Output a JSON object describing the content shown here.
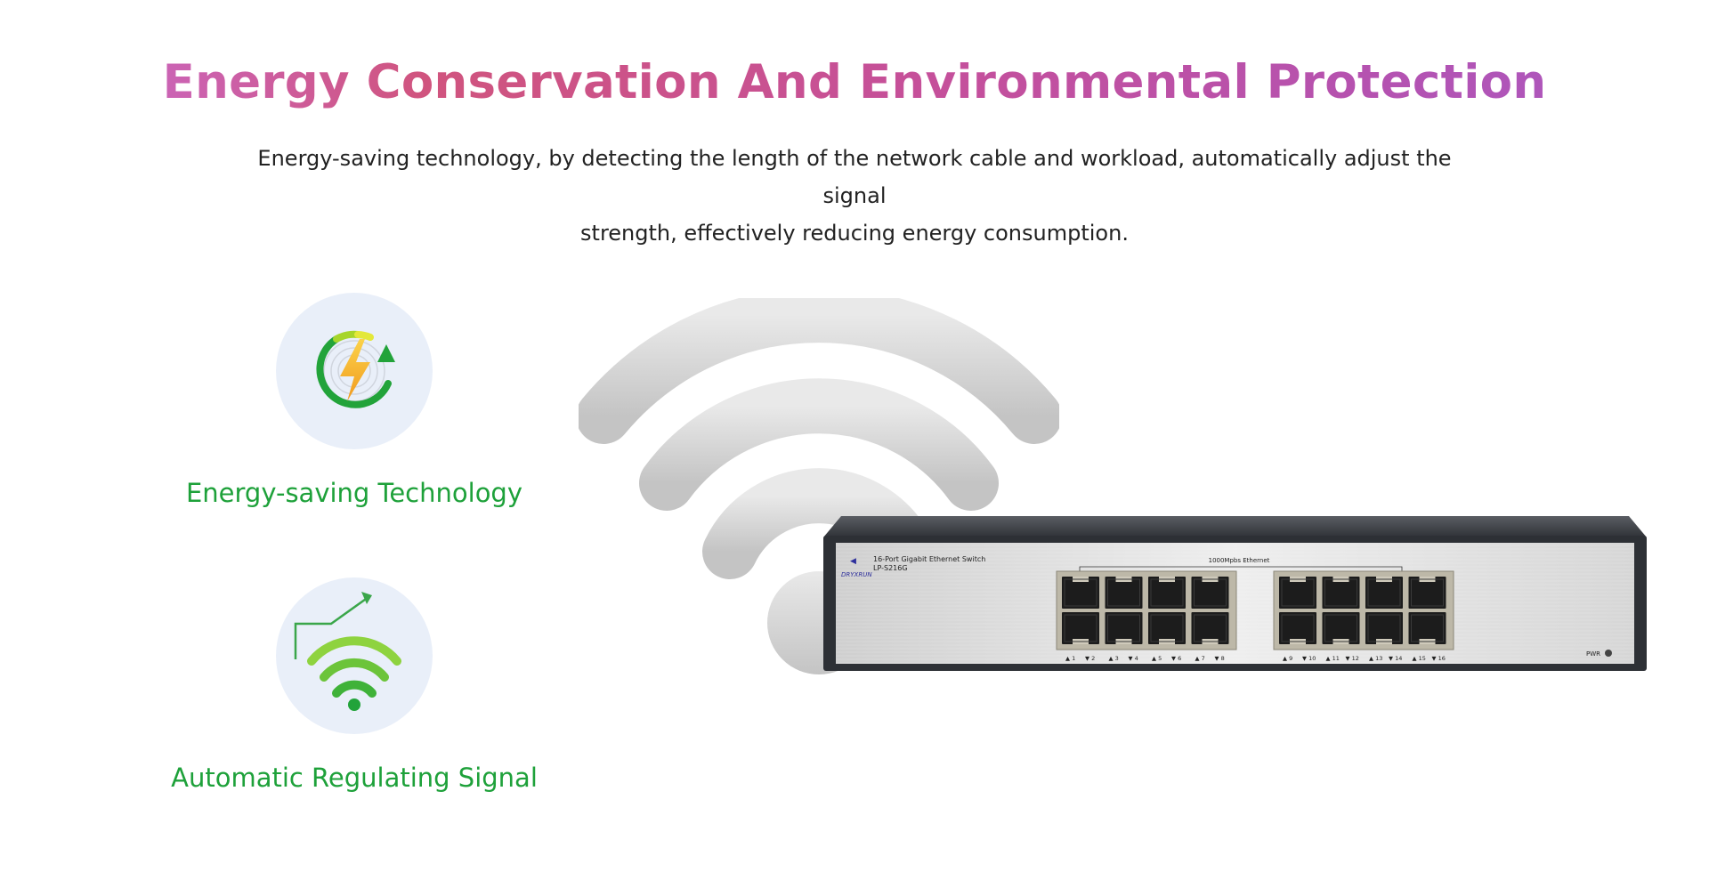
{
  "header": {
    "title": "Energy Conservation And Environmental Protection",
    "description_line1": "Energy-saving technology, by detecting the length of the network cable and workload, automatically adjust the signal",
    "description_line2": "strength, effectively reducing energy consumption."
  },
  "features": [
    {
      "label": "Energy-saving Technology",
      "icon": "energy-cycle-icon"
    },
    {
      "label": "Automatic Regulating Signal",
      "icon": "wifi-signal-icon"
    }
  ],
  "device": {
    "brand": "DRYXRUN",
    "name": "16-Port Gigabit Ethernet Switch",
    "model": "LP-S216G",
    "port_group_label": "1000Mpbs Ethernet",
    "power_label": "PWR",
    "port_numbers": [
      "1",
      "2",
      "3",
      "4",
      "5",
      "6",
      "7",
      "8",
      "9",
      "10",
      "11",
      "12",
      "13",
      "14",
      "15",
      "16"
    ]
  },
  "colors": {
    "title_gradient": [
      "#c86dd6",
      "#d0547e",
      "#a95ac4"
    ],
    "feature_green": "#1ea13a",
    "icon_circle_bg": "#e9eff9",
    "wifi_gray": "#cfcfcf",
    "switch_body": "#3a3d42"
  }
}
